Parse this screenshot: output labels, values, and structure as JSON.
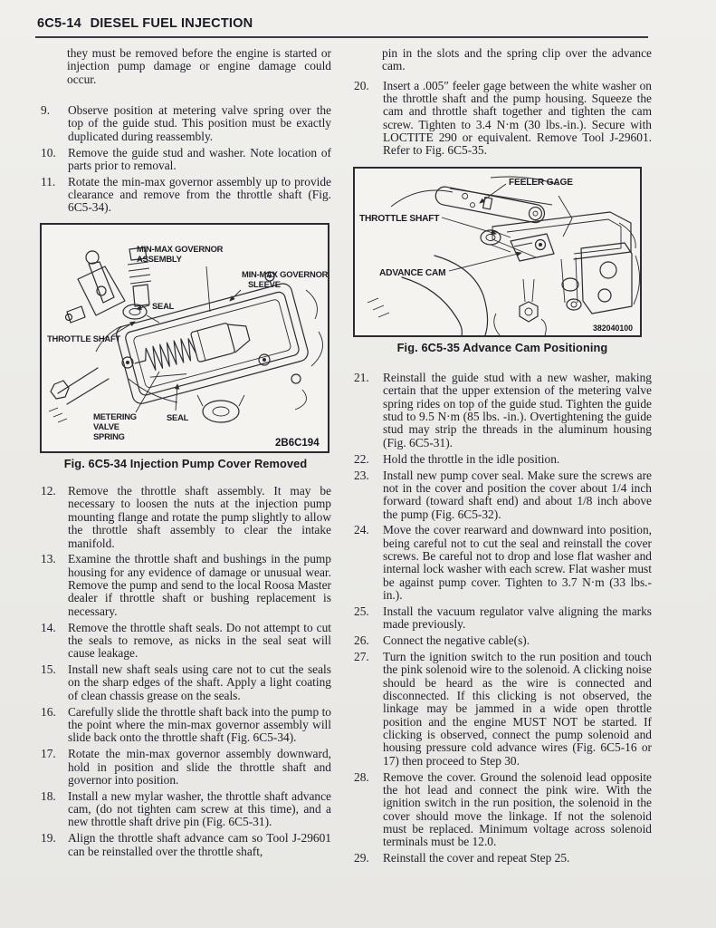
{
  "page": {
    "header_code": "6C5-14",
    "header_title": "DIESEL FUEL INJECTION"
  },
  "left_column": {
    "intro": "they must be removed before the engine is started or injection pump damage or engine damage could occur.",
    "steps_before_figure": [
      {
        "num": "9.",
        "text": "Observe position at metering valve spring over the top of the guide stud. This position must be exactly duplicated during reassembly."
      },
      {
        "num": "10.",
        "text": "Remove the guide stud and washer. Note location of parts prior to removal."
      },
      {
        "num": "11.",
        "text": "Rotate the min-max governor assembly up to provide clearance and remove from the throttle shaft (Fig. 6C5-34)."
      }
    ],
    "steps_after_figure": [
      {
        "num": "12.",
        "text": "Remove the throttle shaft assembly. It may be necessary to loosen the nuts at the injection pump mounting flange and rotate the pump slightly to allow the throttle shaft assembly to clear the intake manifold."
      },
      {
        "num": "13.",
        "text": "Examine the throttle shaft and bushings in the pump housing for any evidence of damage or unusual wear. Remove the pump and send to the local Roosa Master dealer if throttle shaft or bushing replacement is necessary."
      },
      {
        "num": "14.",
        "text": "Remove the throttle shaft seals. Do not attempt to cut the seals to remove, as nicks in the seal seat will cause leakage."
      },
      {
        "num": "15.",
        "text": "Install new shaft seals using care not to cut the seals on the sharp edges of the shaft. Apply a light coating of clean chassis grease on the seals."
      },
      {
        "num": "16.",
        "text": "Carefully slide the throttle shaft back into the pump to the point where the min-max governor assembly will slide back onto the throttle shaft (Fig. 6C5-34)."
      },
      {
        "num": "17.",
        "text": "Rotate the min-max governor assembly downward, hold in position and slide the throttle shaft and governor into position."
      },
      {
        "num": "18.",
        "text": "Install a new mylar washer, the throttle shaft advance cam, (do not tighten cam screw at this time), and a new throttle shaft drive pin (Fig. 6C5-31)."
      },
      {
        "num": "19.",
        "text": "Align the throttle shaft advance cam so Tool J-29601 can be reinstalled over the throttle shaft,"
      }
    ]
  },
  "right_column": {
    "intro": "pin in the slots and the spring clip over the advance cam.",
    "steps_before_figure": [
      {
        "num": "20.",
        "text": "Insert a .005″ feeler gage between the white washer on the throttle shaft and the pump housing. Squeeze the cam and throttle shaft together and tighten the cam screw. Tighten to 3.4 N·m (30 lbs.-in.). Secure with LOCTITE 290 or equivalent. Remove Tool J-29601. Refer to Fig. 6C5-35."
      }
    ],
    "steps_after_figure": [
      {
        "num": "21.",
        "text": "Reinstall the guide stud with a new washer, making certain that the upper extension of the metering valve spring rides on top of the guide stud. Tighten the guide stud to 9.5 N·m (85 lbs. -in.). Overtightening the guide stud may strip the threads in the aluminum housing (Fig. 6C5-31)."
      },
      {
        "num": "22.",
        "text": "Hold the throttle in the idle position."
      },
      {
        "num": "23.",
        "text": "Install new pump cover seal. Make sure the screws are not in the cover and position the cover about 1/4 inch forward (toward shaft end) and about 1/8 inch above the pump (Fig. 6C5-32)."
      },
      {
        "num": "24.",
        "text": "Move the cover rearward and downward into position, being careful not to cut the seal and reinstall the cover screws. Be careful not to drop and lose flat washer and internal lock washer with each screw. Flat washer must be against pump cover. Tighten to 3.7 N·m (33 lbs.-in.)."
      },
      {
        "num": "25.",
        "text": "Install the vacuum regulator valve aligning the marks made previously."
      },
      {
        "num": "26.",
        "text": "Connect the negative cable(s)."
      },
      {
        "num": "27.",
        "text": "Turn the ignition switch to the run position and touch the pink solenoid wire to the solenoid. A clicking noise should be heard as the wire is connected and disconnected. If this clicking is not observed, the linkage may be jammed in a wide open throttle position and the engine MUST NOT be started. If clicking is observed, connect the pump solenoid and housing pressure cold advance wires (Fig. 6C5-16 or 17) then proceed to Step 30."
      },
      {
        "num": "28.",
        "text": "Remove the cover. Ground the solenoid lead opposite the hot lead and connect the pink wire. With the ignition switch in the run position, the solenoid in the cover should move the linkage. If not the solenoid must be replaced. Minimum voltage across solenoid terminals must be 12.0."
      },
      {
        "num": "29.",
        "text": "Reinstall the cover and repeat Step 25."
      }
    ]
  },
  "fig34": {
    "caption": "Fig. 6C5-34 Injection Pump Cover Removed",
    "part_number": "2B6C194",
    "labels": {
      "assembly": [
        "MIN-MAX GOVERNOR",
        "ASSEMBLY"
      ],
      "sleeve": [
        "MIN-MAX GOVERNOR",
        "SLEEVE"
      ],
      "seal_upper": "SEAL",
      "throttle_shaft": "THROTTLE SHAFT",
      "metering_valve_spring": [
        "METERING",
        "VALVE",
        "SPRING"
      ],
      "seal_lower": "SEAL"
    }
  },
  "fig35": {
    "caption": "Fig. 6C5-35 Advance Cam Positioning",
    "part_number": "382040100",
    "labels": {
      "feeler_gage": "FEELER GAGE",
      "throttle_shaft": "THROTTLE SHAFT",
      "advance_cam": "ADVANCE CAM"
    }
  }
}
